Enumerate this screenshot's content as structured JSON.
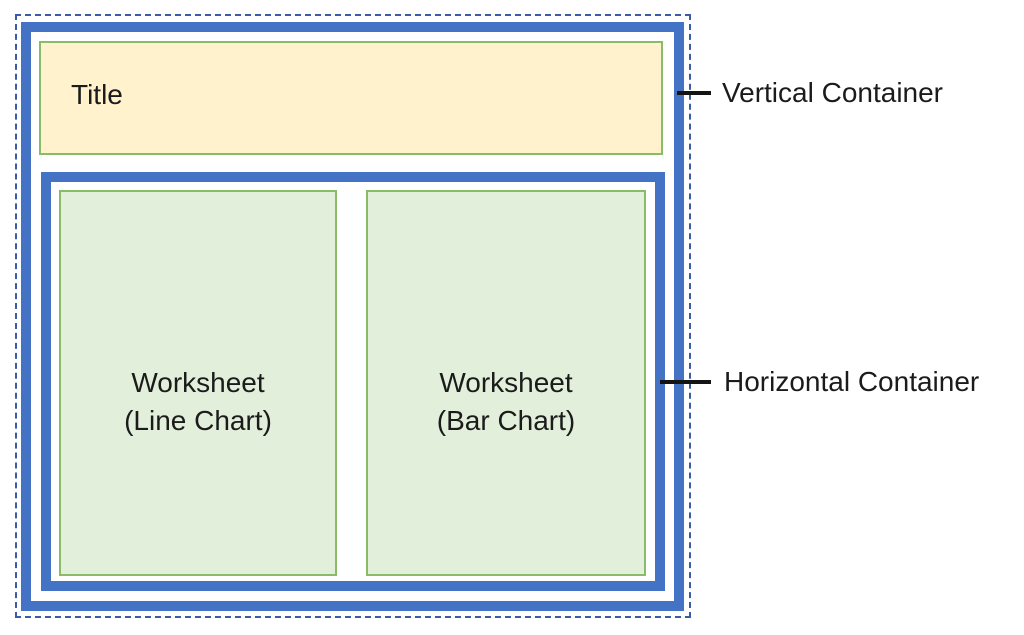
{
  "colors": {
    "container_blue": "#4472C4",
    "dashed_blue": "#3A5BA8",
    "green_border": "#89BC66",
    "title_fill": "#FFF2CC",
    "worksheet_fill": "#E2EFDA",
    "callout_black": "#141414"
  },
  "diagram": {
    "title_box": {
      "label": "Title"
    },
    "worksheet_left": {
      "line1": "Worksheet",
      "line2": "(Line Chart)"
    },
    "worksheet_right": {
      "line1": "Worksheet",
      "line2": "(Bar Chart)"
    },
    "annotations": {
      "vertical": {
        "label": "Vertical Container"
      },
      "horizontal": {
        "label": "Horizontal Container"
      }
    }
  }
}
